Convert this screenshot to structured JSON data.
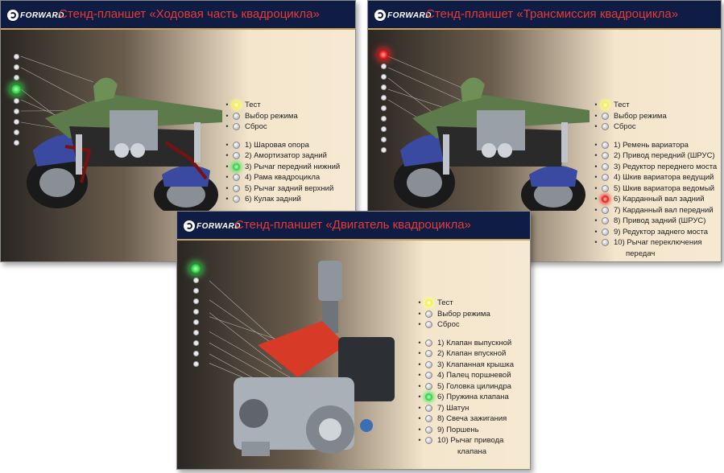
{
  "brand": "FORWARD",
  "panels": {
    "chassis": {
      "title": "Стенд-планшет «Ходовая часть квадроцикла»",
      "controls": [
        {
          "label": "Тест",
          "state": "yellow"
        },
        {
          "label": "Выбор режима",
          "state": "off"
        },
        {
          "label": "Сброс",
          "state": "off"
        }
      ],
      "items": [
        {
          "label": "1) Шаровая опора",
          "state": "off"
        },
        {
          "label": "2) Амортизатор задний",
          "state": "off"
        },
        {
          "label": "3) Рычаг передний нижний",
          "state": "green"
        },
        {
          "label": "4) Рама квадроцикла",
          "state": "off"
        },
        {
          "label": "5) Рычаг задний верхний",
          "state": "off"
        },
        {
          "label": "6) Кулак задний",
          "state": "off"
        }
      ]
    },
    "transmission": {
      "title": "Стенд-планшет «Трансмиссия квадроцикла»",
      "controls": [
        {
          "label": "Тест",
          "state": "yellow"
        },
        {
          "label": "Выбор режима",
          "state": "off"
        },
        {
          "label": "Сброс",
          "state": "off"
        }
      ],
      "items": [
        {
          "label": "1) Ремень вариатора",
          "state": "off"
        },
        {
          "label": "2) Привод передний (ШРУС)",
          "state": "off"
        },
        {
          "label": "3) Редуктор переднего моста",
          "state": "off"
        },
        {
          "label": "4) Шкив вариатора ведущий",
          "state": "off"
        },
        {
          "label": "5) Шкив вариатора ведомый",
          "state": "off"
        },
        {
          "label": "6) Карданный вал задний",
          "state": "red"
        },
        {
          "label": "7) Карданный вал передний",
          "state": "off"
        },
        {
          "label": "8) Привод задний (ШРУС)",
          "state": "off"
        },
        {
          "label": "9) Редуктор заднего моста",
          "state": "off"
        },
        {
          "label": "10) Рычаг переключения",
          "state": "off"
        },
        {
          "label": "передач",
          "state": "none"
        }
      ]
    },
    "engine": {
      "title": "Стенд-планшет «Двигатель квадроцикла»",
      "controls": [
        {
          "label": "Тест",
          "state": "yellow"
        },
        {
          "label": "Выбор режима",
          "state": "off"
        },
        {
          "label": "Сброс",
          "state": "off"
        }
      ],
      "items": [
        {
          "label": "1) Клапан выпускной",
          "state": "off"
        },
        {
          "label": "2) Клапан впускной",
          "state": "off"
        },
        {
          "label": "3) Клапанная крышка",
          "state": "off"
        },
        {
          "label": "4) Палец поршневой",
          "state": "off"
        },
        {
          "label": "5) Головка цилиндра",
          "state": "off"
        },
        {
          "label": "6) Пружина клапана",
          "state": "green"
        },
        {
          "label": "7) Шатун",
          "state": "off"
        },
        {
          "label": "8) Свеча зажигания",
          "state": "off"
        },
        {
          "label": "9) Поршень",
          "state": "off"
        },
        {
          "label": "10)  Рычаг привода",
          "state": "off"
        },
        {
          "label": "клапана",
          "state": "none"
        }
      ]
    }
  },
  "colors": {
    "header_bg": "#0f1d44",
    "title": "#e33b3b",
    "led_green": "#30d84c",
    "led_red": "#f02020",
    "led_yellow": "#f4f25a"
  }
}
